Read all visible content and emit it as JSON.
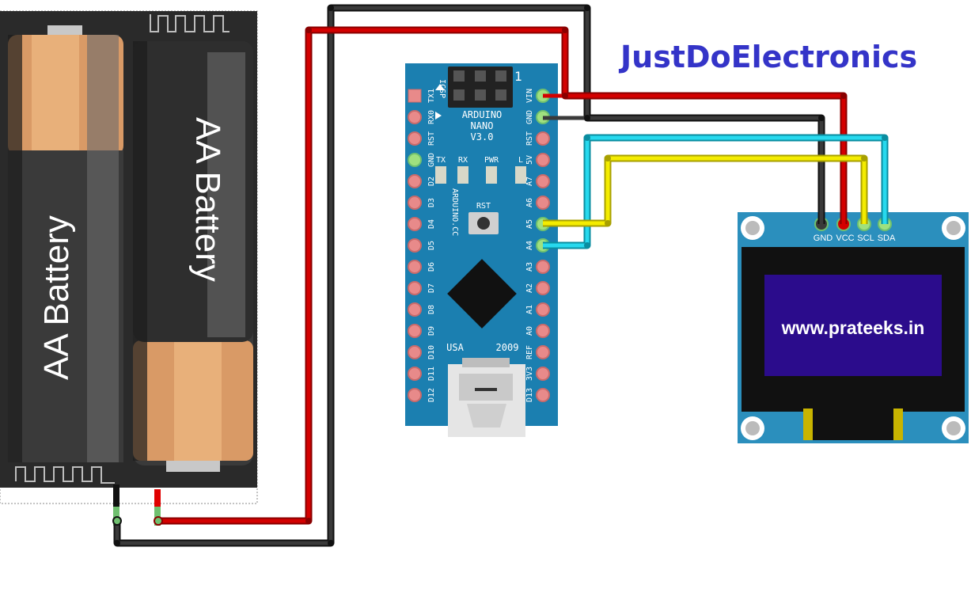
{
  "watermark": "JustDoElectronics",
  "battery": {
    "cell_left_label": "AA Battery",
    "cell_right_label": "AA Battery"
  },
  "arduino": {
    "title_line1": "ARDUINO",
    "title_line2": "NANO",
    "title_line3": "V3.0",
    "icsp": "ICSP",
    "icsp_pin1": "1",
    "side_label": "ARDUINO.CC",
    "led_tx": "TX",
    "led_rx": "RX",
    "led_pwr": "PWR",
    "led_l": "L",
    "reset": "RST",
    "usa": "USA",
    "year": "2009",
    "left_pins": [
      "TX1",
      "RX0",
      "RST",
      "GND",
      "D2",
      "D3",
      "D4",
      "D5",
      "D6",
      "D7",
      "D8",
      "D9",
      "D10",
      "D11",
      "D12"
    ],
    "right_pins": [
      "VIN",
      "GND",
      "RST",
      "5V",
      "A7",
      "A6",
      "A5",
      "A4",
      "A3",
      "A2",
      "A1",
      "A0",
      "REF",
      "3V3",
      "D13"
    ]
  },
  "oled": {
    "pins": [
      "GND",
      "VCC",
      "SCL",
      "SDA"
    ],
    "screen_text": "www.prateeks.in"
  },
  "colors": {
    "board": "#1b7fb0",
    "oled_board": "#2b8fbd",
    "screen": "#2b0c8c",
    "wire_red": "#cc0000",
    "wire_black": "#222222",
    "wire_yellow": "#f2e600",
    "wire_cyan": "#1ecbe1",
    "watermark": "#3434c8"
  }
}
